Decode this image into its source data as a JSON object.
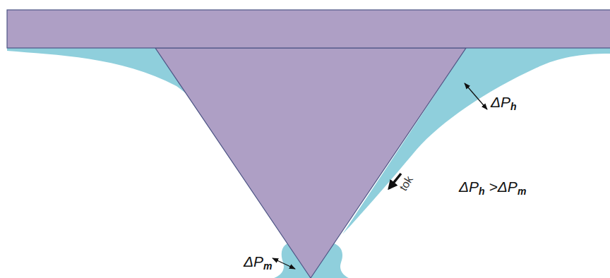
{
  "diagram": {
    "labels": [
      "ΔPh",
      "tok",
      "ΔPh >ΔPm",
      "ΔPm"
    ]
  }
}
